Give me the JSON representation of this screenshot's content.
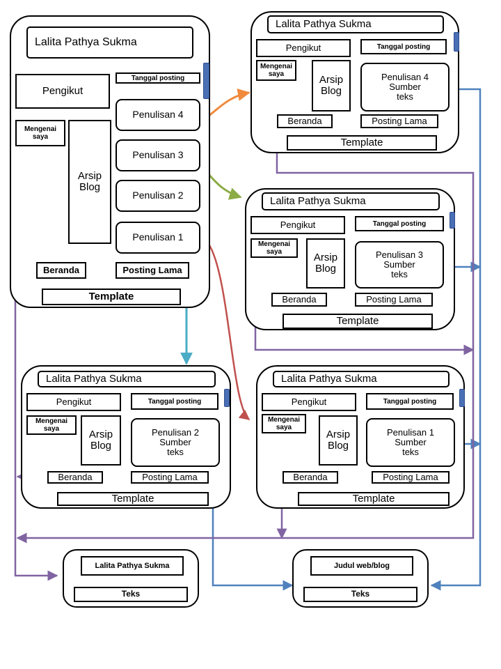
{
  "blog_title": "Lalita Pathya Sukma",
  "followers": "Pengikut",
  "post_date": "Tanggal posting",
  "about": "Mengenai saya",
  "archive": "Arsip Blog",
  "home": "Beranda",
  "older_posts": "Posting Lama",
  "template": "Template",
  "source_text": "Sumber teks",
  "posts": {
    "p1": "Penulisan 1",
    "p2": "Penulisan 2",
    "p3": "Penulisan 3",
    "p4": "Penulisan 4"
  },
  "bottom_left": {
    "title": "Lalita Pathya Sukma",
    "text": "Teks"
  },
  "bottom_right": {
    "title": "Judul web/blog",
    "text": "Teks"
  },
  "colors": {
    "orange": "#f08a3c",
    "green": "#8bab45",
    "red": "#c0504d",
    "blue": "#4f81bd",
    "purple": "#8064a2",
    "teal": "#4bacc6"
  }
}
